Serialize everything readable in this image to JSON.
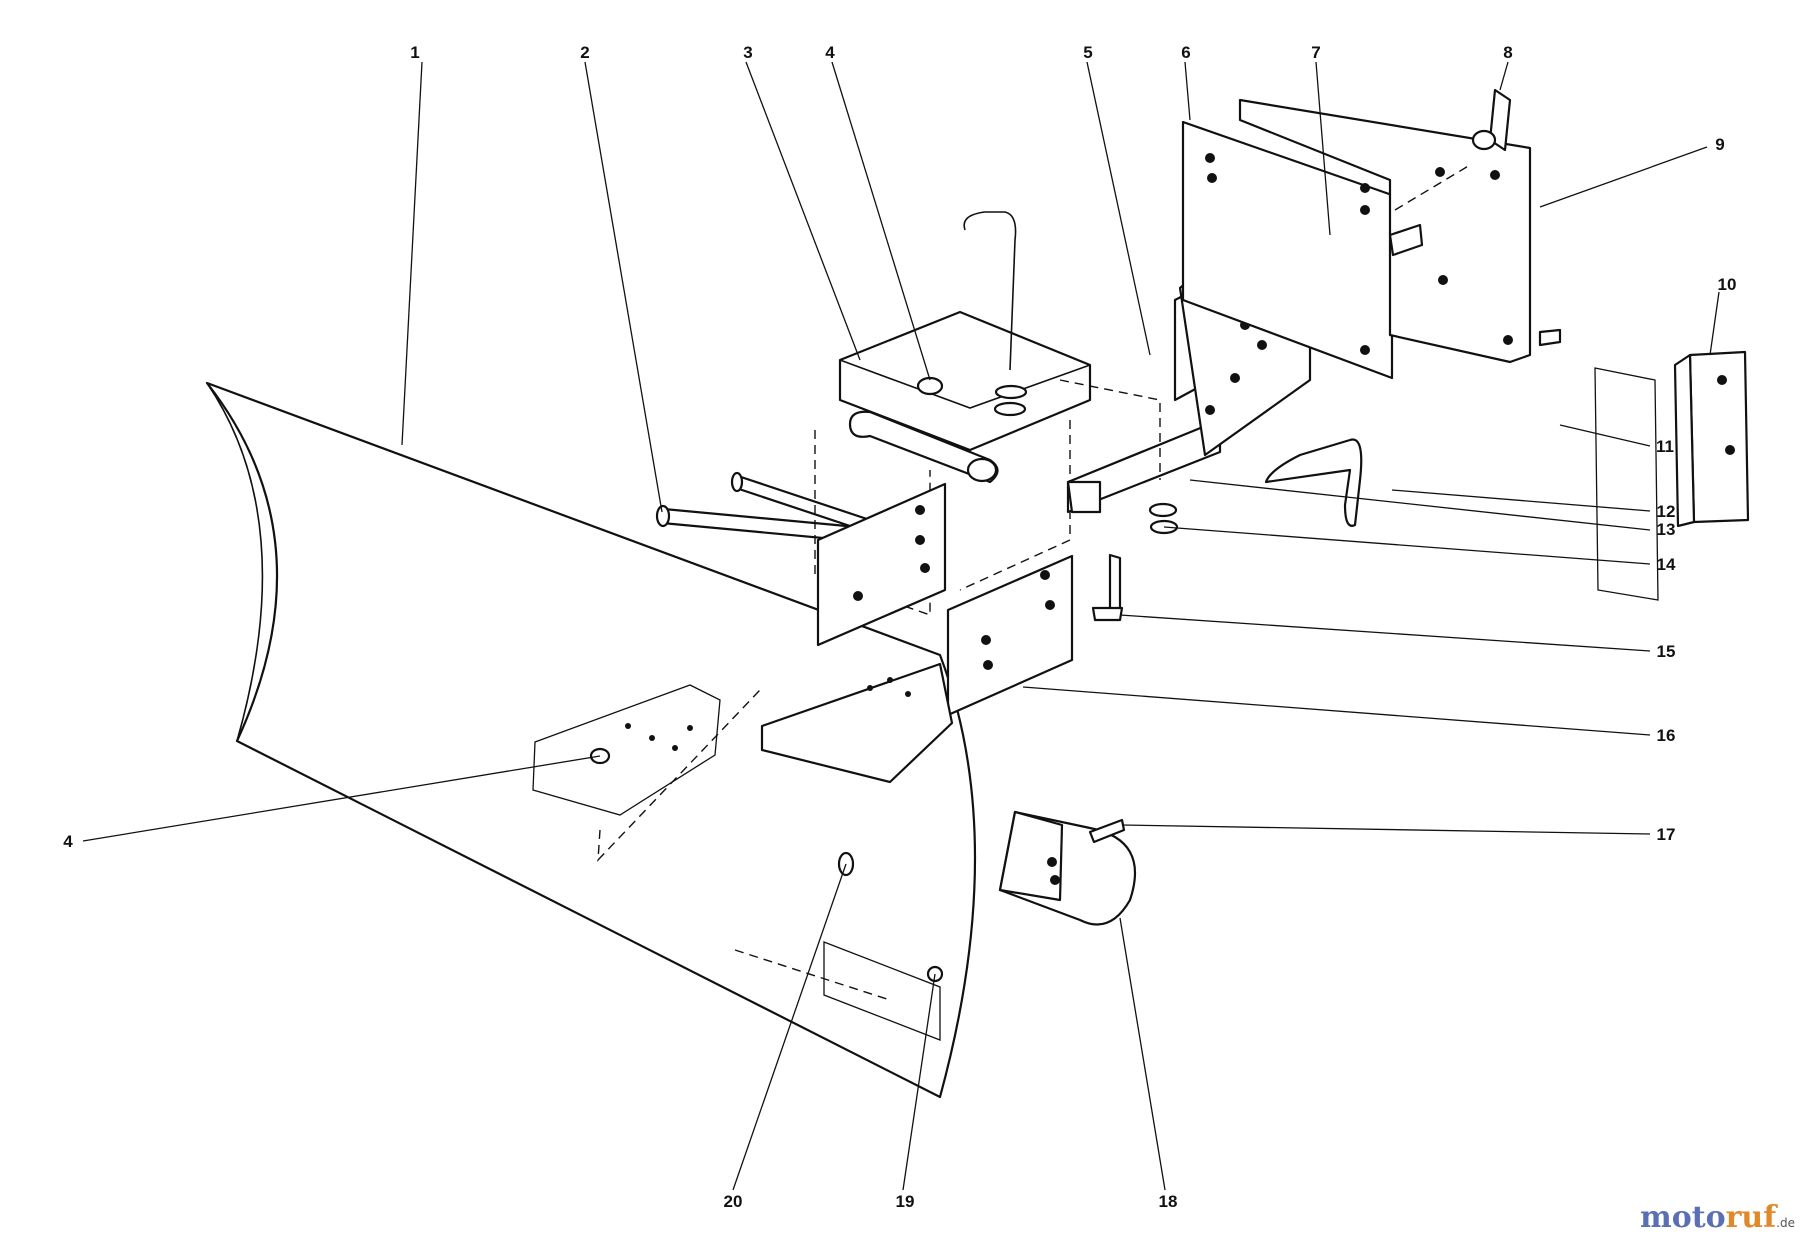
{
  "callouts": [
    {
      "id": "c1",
      "label": "1"
    },
    {
      "id": "c2",
      "label": "2"
    },
    {
      "id": "c3",
      "label": "3"
    },
    {
      "id": "c4a",
      "label": "4"
    },
    {
      "id": "c4b",
      "label": "4"
    },
    {
      "id": "c5",
      "label": "5"
    },
    {
      "id": "c6",
      "label": "6"
    },
    {
      "id": "c7",
      "label": "7"
    },
    {
      "id": "c8",
      "label": "8"
    },
    {
      "id": "c9",
      "label": "9"
    },
    {
      "id": "c10",
      "label": "10"
    },
    {
      "id": "c11",
      "label": "11"
    },
    {
      "id": "c12",
      "label": "12"
    },
    {
      "id": "c13",
      "label": "13"
    },
    {
      "id": "c14",
      "label": "14"
    },
    {
      "id": "c15",
      "label": "15"
    },
    {
      "id": "c16",
      "label": "16"
    },
    {
      "id": "c17",
      "label": "17"
    },
    {
      "id": "c18",
      "label": "18"
    },
    {
      "id": "c19",
      "label": "19"
    },
    {
      "id": "c20",
      "label": "20"
    }
  ],
  "watermark": {
    "brand_a": "moto",
    "brand_b": "ruf",
    "suffix": ".de"
  },
  "colors": {
    "line": "#111111",
    "brand_blue": "#5b6fb5",
    "brand_orange": "#e0892a"
  }
}
